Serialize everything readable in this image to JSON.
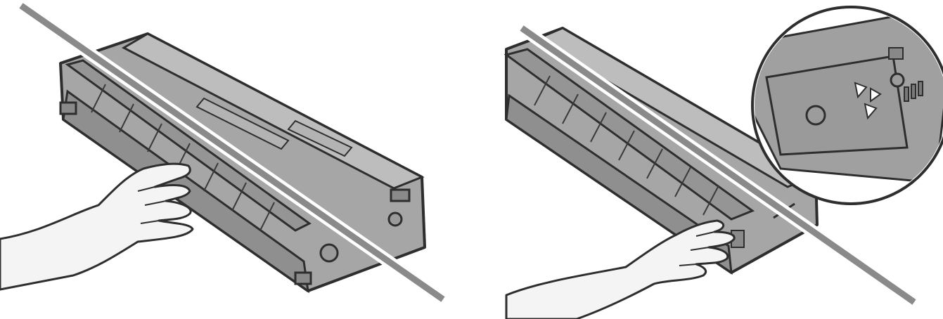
{
  "figure": {
    "panels": [
      {
        "id": "left",
        "subject": "toner-cartridge",
        "annotation": "prohibited-slash",
        "hand_position": "center-front"
      },
      {
        "id": "right",
        "subject": "toner-cartridge",
        "annotation": "prohibited-slash",
        "hand_position": "right-end",
        "detail_callout": "gear-end-zoom"
      }
    ],
    "colors": {
      "cartridge_fill": "#a6a6a6",
      "cartridge_dark": "#7d7d7d",
      "outline": "#2e2e2e",
      "slash": "#8a8a8a",
      "hand_fill": "#f4f4f4",
      "background": "#ffffff"
    }
  }
}
